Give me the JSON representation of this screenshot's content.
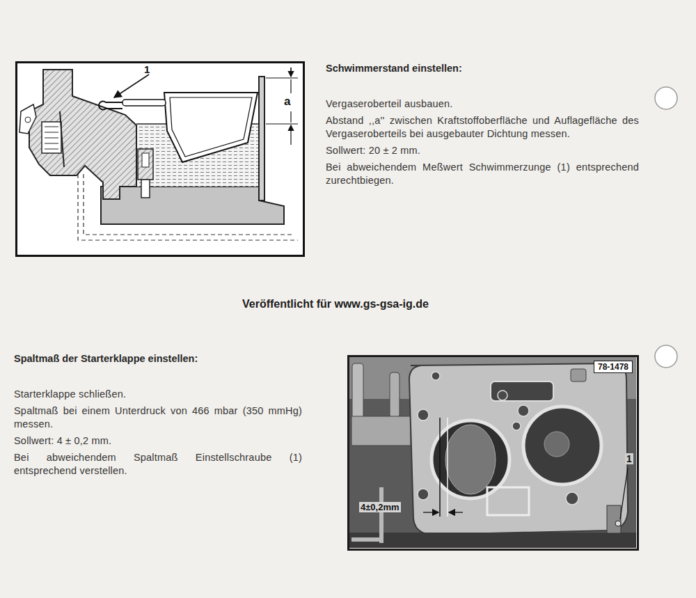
{
  "diagram": {
    "nodes": [
      {
        "text": [
          "1",
          "a"
        ]
      },
      {
        "text": [
          "4±0,2mm",
          "1"
        ]
      },
      {
        "text": [
          "78-1478"
        ],
        "in": 1
      }
    ],
    "labels": [
      "Schwimmerstand einstellen:",
      "Vergaseroberteil ausbauen.",
      "Abstand ,,a'' zwischen Kraftstoffoberfläche und Auflagefläche des Vergaseroberteils bei ausgebauter Dichtung messen.",
      "Sollwert: 20 ± 2 mm.",
      "Bei abweichendem Meßwert Schwimmerzunge (1) entsprechend zurechtbiegen.",
      "Veröffentlicht für www.gs-gsa-ig.de",
      "Spaltmaß der Starterklappe einstellen:",
      "Starterklappe schließen.",
      "Spaltmaß bei einem Unterdruck von 466 mbar (350 mmHg) messen.",
      "Sollwert: 4 ± 0,2 mm.",
      "Bei abweichendem Spaltmaß Einstellschraube (1) entsprechend verstellen."
    ]
  }
}
